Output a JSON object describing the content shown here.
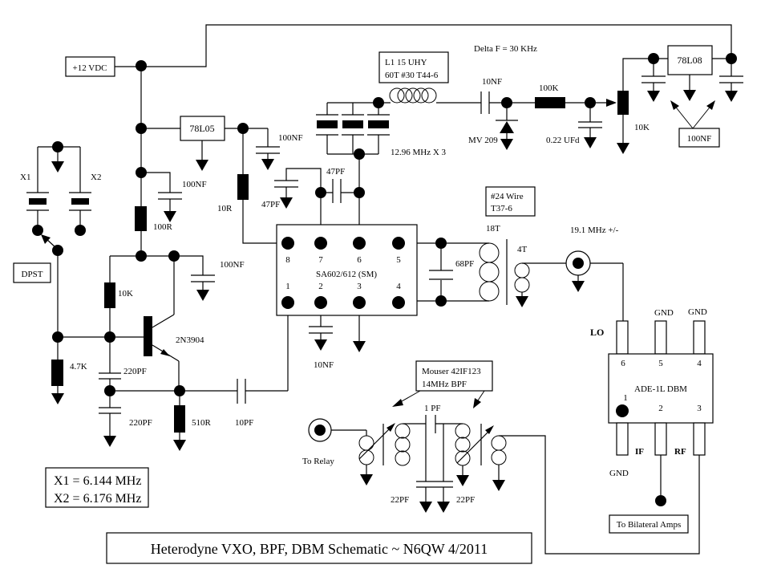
{
  "title": "Heterodyne VXO, BPF, DBM Schematic  ~ N6QW 4/2011",
  "boxes": {
    "supply": "+12 VDC",
    "reg5": "78L05",
    "reg8": "78L08",
    "reg8_caps": "100NF",
    "l1_line1": "L1 15 UHY",
    "l1_line2": "60T #30 T44-6",
    "toroid_line1": "#24 Wire",
    "toroid_line2": "T37-6",
    "switch": "DPST",
    "bpf_line1": "Mouser 42IF123",
    "bpf_line2": "14MHz BPF",
    "bilateral": "To Bilateral Amps",
    "xtal_info_line1": "X1 = 6.144 MHz",
    "xtal_info_line2": "X2 = 6.176 MHz"
  },
  "labels": {
    "delta_f": "Delta F = 30 KHz",
    "cap_10nf": "10NF",
    "res_100k": "100K",
    "varactor": "MV 209",
    "cap_022ufd": "0.22 UFd",
    "pot_10k": "10K",
    "xtal_triple": "12.96 MHz X 3",
    "cap_100nf": "100NF",
    "res_10r": "10R",
    "cap_47pf": "47PF",
    "res_100r": "100R",
    "res_10k": "10K",
    "x1": "X1",
    "x2": "X2",
    "transistor": "2N3904",
    "res_4_7k": "4.7K",
    "cap_220pf": "220PF",
    "res_510r": "510R",
    "cap_10pf": "10PF",
    "cap_68pf": "68PF",
    "pri_18t": "18T",
    "sec_4t": "4T",
    "lo_freq": "19.1 MHz +/-",
    "lo_port": "LO",
    "if_port": "IF",
    "rf_port": "RF",
    "gnd": "GND",
    "to_relay": "To Relay",
    "cap_1pf": "1 PF",
    "cap_22pf": "22PF",
    "mixer_name": "SA602/612 (SM)",
    "dbm_name": "ADE-1L DBM"
  },
  "sa602": {
    "pins_top": [
      "8",
      "7",
      "6",
      "5"
    ],
    "pins_bottom": [
      "1",
      "2",
      "3",
      "4"
    ]
  },
  "ade": {
    "pins_top": [
      "6",
      "5",
      "4"
    ],
    "pins_bottom": [
      "1",
      "2",
      "3"
    ]
  }
}
